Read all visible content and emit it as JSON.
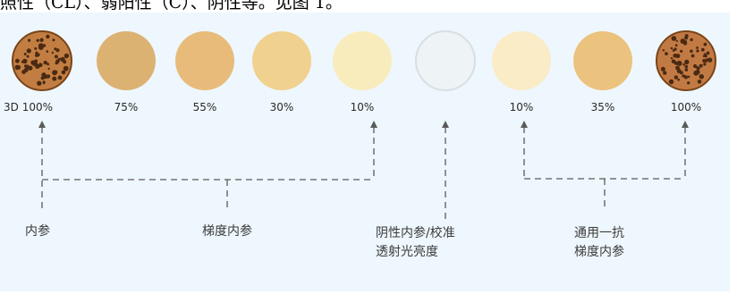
{
  "caption": "照性（CL）、弱阳性（C）、阴性等。见图 1。",
  "swatches": [
    {
      "label": "3D 100%",
      "color": "#c27e42",
      "textured": true
    },
    {
      "label": "75%",
      "color": "#dcb273",
      "textured": false
    },
    {
      "label": "55%",
      "color": "#e8bb7b",
      "textured": false
    },
    {
      "label": "30%",
      "color": "#f1d18f",
      "textured": false
    },
    {
      "label": "10%",
      "color": "#f9ecbc",
      "textured": false
    },
    {
      "label": "",
      "color": "#eef4f6",
      "textured": false
    },
    {
      "label": "10%",
      "color": "#faecc7",
      "textured": false
    },
    {
      "label": "35%",
      "color": "#ebc27e",
      "textured": false
    },
    {
      "label": "100%",
      "color": "#c27a44",
      "textured": true
    }
  ],
  "categories": {
    "internal": "内参",
    "gradient": "梯度内参",
    "negative_line1": "阴性内参/校准",
    "negative_line2": "透射光亮度",
    "universal_line1": "通用一抗",
    "universal_line2": "梯度内参"
  },
  "colors": {
    "panel_background": "#eef7fd",
    "dashed_line": "#5a5a5a"
  }
}
